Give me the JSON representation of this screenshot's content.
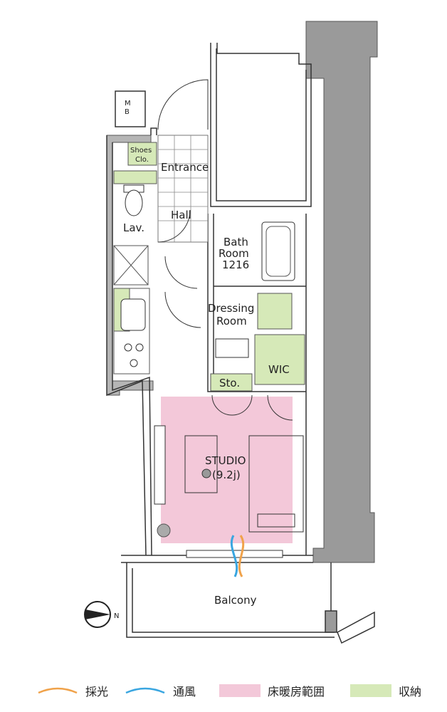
{
  "rooms": {
    "mb_line1": "M",
    "mb_line2": "B",
    "shoes_line1": "Shoes",
    "shoes_line2": "Clo.",
    "entrance": "Entrance",
    "hall": "Hall",
    "lav": "Lav.",
    "bath_line1": "Bath",
    "bath_line2": "Room",
    "bath_line3": "1216",
    "dressing_line1": "Dressing",
    "dressing_line2": "Room",
    "wic": "WIC",
    "sto": "Sto.",
    "studio_line1": "STUDIO",
    "studio_line2": "(9.2j)",
    "balcony": "Balcony"
  },
  "compass": {
    "label": "N"
  },
  "legend": [
    {
      "label": "採光",
      "icon": "orange-arc-icon",
      "color": "#f0a24a"
    },
    {
      "label": "通風",
      "icon": "blue-arc-icon",
      "color": "#3aa6e0"
    },
    {
      "label": "床暖房範囲",
      "icon": "pink-swatch-icon",
      "color": "#f3c8d9"
    },
    {
      "label": "収納",
      "icon": "green-swatch-icon",
      "color": "#d6e9b8"
    }
  ],
  "colors": {
    "wall": "#9a9a9a",
    "floor_heating": "#f3c8d9",
    "storage": "#d6e9b8",
    "light": "#f0a24a",
    "ventilation": "#3aa6e0"
  }
}
